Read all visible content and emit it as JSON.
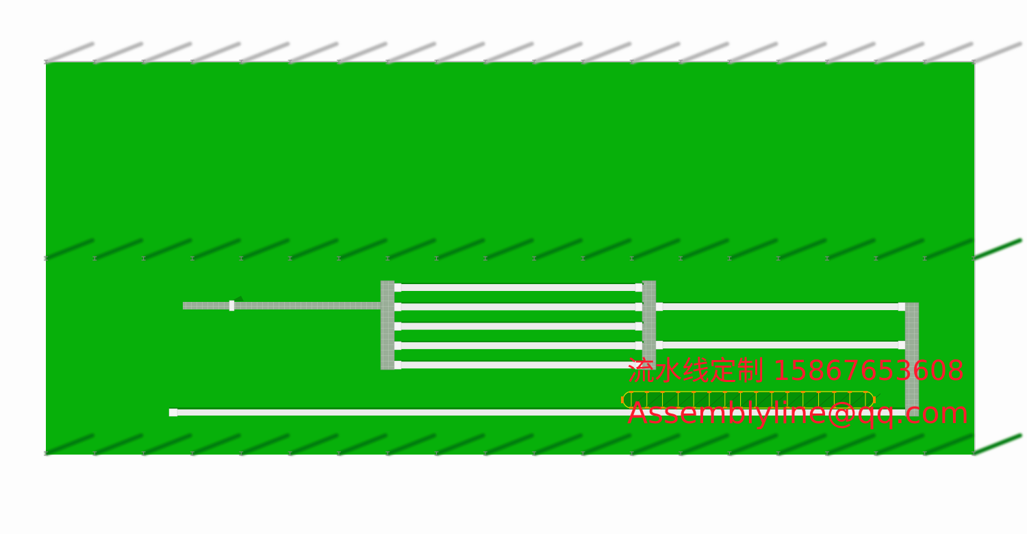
{
  "diagram": {
    "type": "assembly-line-layout",
    "colors": {
      "floor": "#07b00a",
      "conveyor": "#ececec",
      "transfer_module": "#9aae98",
      "chain": "#e8e000",
      "watermark": "#ff1a2e"
    },
    "parallel_conveyor_count": 5,
    "right_conveyor_count": 2,
    "column_count": 20,
    "column_row_count": 3
  },
  "watermark": {
    "line1": "流水线定制 15867653608",
    "line2": "Assemblyline@qq.com"
  }
}
